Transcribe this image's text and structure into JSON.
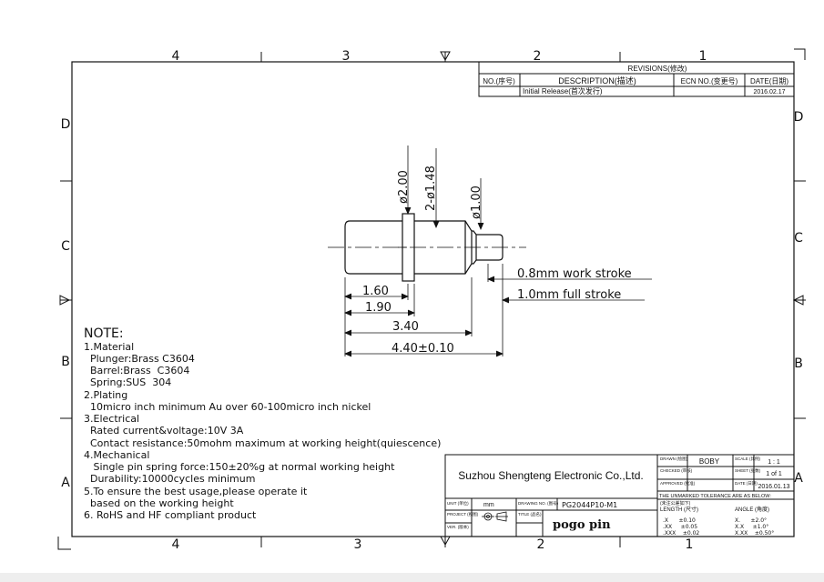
{
  "zones": {
    "top": [
      "4",
      "3",
      "2",
      "1"
    ],
    "bottom": [
      "4",
      "3",
      "2",
      "1"
    ],
    "left": [
      "D",
      "C",
      "B",
      "A"
    ],
    "right": [
      "D",
      "C",
      "B",
      "A"
    ]
  },
  "revisions": {
    "title": "REVISIONS(修改)",
    "headers": {
      "no": "NO.(序号)",
      "description": "DESCRIPTION(描述)",
      "ecn": "ECN NO.(变更号)",
      "date": "DATE(日期)"
    },
    "rows": [
      {
        "no": "",
        "description": "Initial Release(首次发行)",
        "ecn": "",
        "date": "2016.02.17"
      }
    ]
  },
  "dimensions": {
    "d200": "ø2.00",
    "d148": "2-ø1.48",
    "d100": "ø1.00",
    "len160": "1.60",
    "len190": "1.90",
    "len340": "3.40",
    "len440": "4.40±0.10",
    "work_stroke": "0.8mm work stroke",
    "full_stroke": "1.0mm full stroke"
  },
  "notes": {
    "heading": "NOTE:",
    "lines": [
      "1.Material",
      "  Plunger:Brass C3604",
      "  Barrel:Brass  C3604",
      "  Spring:SUS  304",
      "2.Plating",
      "  10micro inch minimum Au over 60-100micro inch nickel",
      "3.Electrical",
      "  Rated current&voltage:10V 3A",
      "  Contact resistance:50mohm maximum at working height(quiescence)",
      "4.Mechanical",
      "   Single pin spring force:150±20%g at normal working height",
      "  Durability:10000cycles minimum",
      "5.To ensure the best usage,please operate it",
      "  based on the working height",
      "6. RoHS and HF compliant product"
    ]
  },
  "title_block": {
    "company": "Suzhou Shengteng Electronic Co.,Ltd.",
    "drawn_label": "DRAWN (绘图)",
    "drawn_value": "BOBY",
    "scale_label": "SCALE (比例)",
    "scale_value": "1 : 1",
    "checked_label": "CHECKED (审核)",
    "sheet_label": "SHEET (张数)",
    "sheet_value": "1 of 1",
    "approved_label": "APPROVED (批准)",
    "date_label": "DATE (日期)",
    "date_value": "2016.01.13",
    "tolerance_note": "THE UNMARKED TOLERANCE ARE AS BELOW:",
    "tolerance_note_cn": "(未注公差如下)",
    "length_label": "LENGTH (尺寸)",
    "angle_label": "ANGLE (角度)",
    "length_tols": [
      ".X      ±0.10",
      ".XX     ±0.05",
      ".XXX    ±0.02"
    ],
    "angle_tols": [
      "X.      ±2.0°",
      "X.X     ±1.0°",
      "X.XX    ±0.50°"
    ],
    "unit_label": "UNIT (单位)",
    "unit_value": "mm",
    "drawing_no_label": "DRAWING NO. (图号)",
    "drawing_no_value": "PG2044P10-M1",
    "project_label": "PROJECT (视图)",
    "title_label": "TITLE (品名)",
    "title_value": "pogo pin",
    "ver_label": "VER. (版本)"
  }
}
